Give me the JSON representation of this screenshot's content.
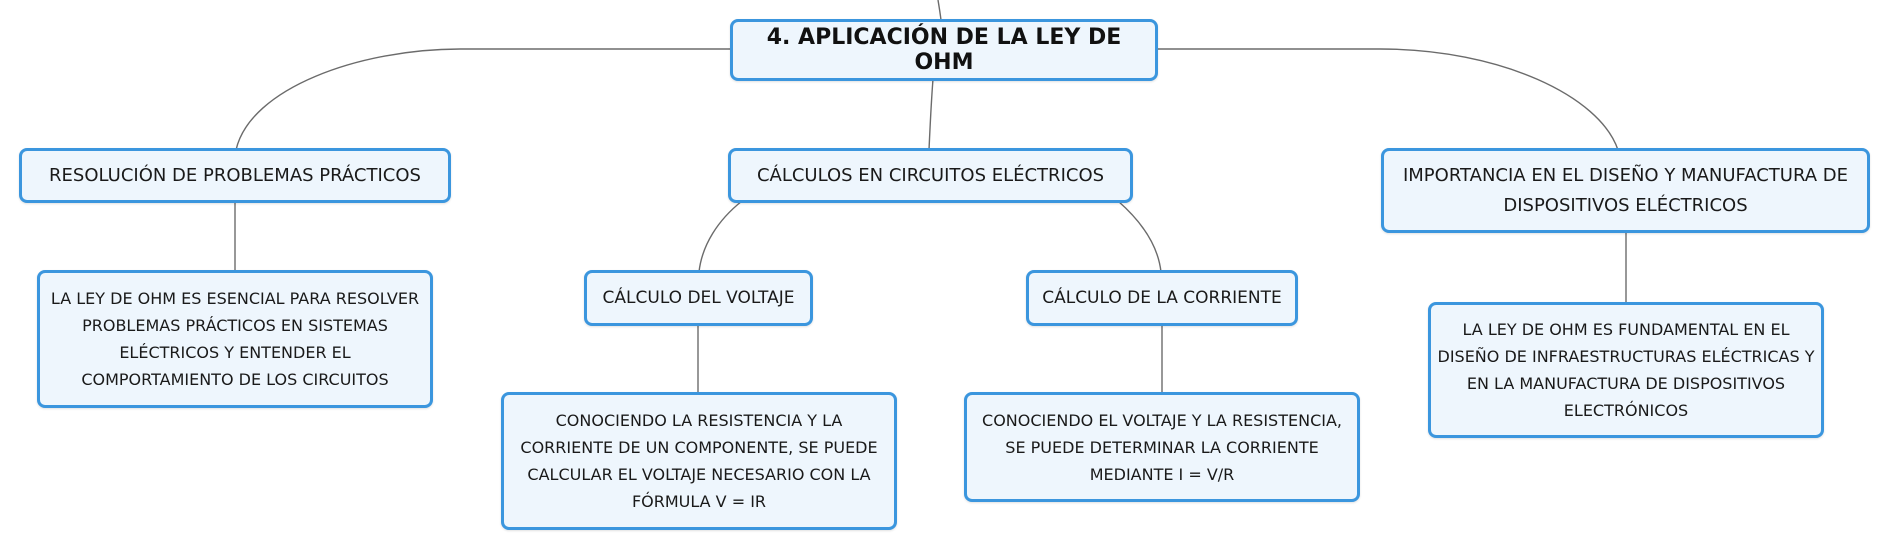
{
  "colors": {
    "node_border": "#3b96de",
    "node_fill": "#eef6fd",
    "connector": "#6b6b6b"
  },
  "root": {
    "label": "4. APLICACIÓN DE LA LEY DE OHM"
  },
  "branches": {
    "problemas": {
      "label": "RESOLUCIÓN DE PROBLEMAS PRÁCTICOS",
      "detail": "LA LEY DE OHM ES ESENCIAL PARA RESOLVER PROBLEMAS PRÁCTICOS EN SISTEMAS ELÉCTRICOS Y ENTENDER EL COMPORTAMIENTO DE LOS CIRCUITOS"
    },
    "calculos": {
      "label": "CÁLCULOS EN CIRCUITOS ELÉCTRICOS",
      "voltaje": {
        "label": "CÁLCULO DEL VOLTAJE",
        "detail": "CONOCIENDO LA RESISTENCIA Y LA CORRIENTE DE UN COMPONENTE, SE PUEDE CALCULAR EL VOLTAJE NECESARIO CON LA FÓRMULA V = IR"
      },
      "corriente": {
        "label": "CÁLCULO DE LA CORRIENTE",
        "detail": "CONOCIENDO EL VOLTAJE Y LA RESISTENCIA, SE PUEDE DETERMINAR LA CORRIENTE MEDIANTE I = V/R"
      }
    },
    "importancia": {
      "label": "IMPORTANCIA EN EL DISEÑO Y MANUFACTURA DE DISPOSITIVOS ELÉCTRICOS",
      "detail": "LA LEY DE OHM ES FUNDAMENTAL EN EL DISEÑO DE INFRAESTRUCTURAS ELÉCTRICAS Y EN LA MANUFACTURA DE DISPOSITIVOS ELECTRÓNICOS"
    }
  }
}
